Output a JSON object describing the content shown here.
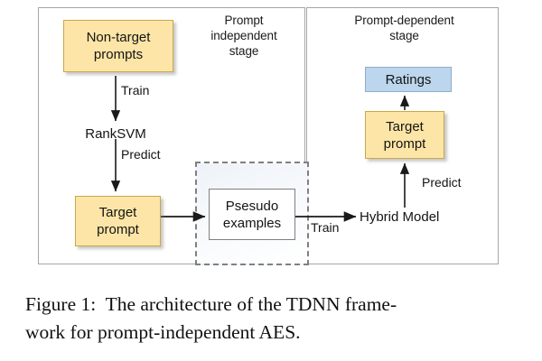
{
  "figure": {
    "caption_line1": "Figure 1:  The architecture of the TDNN frame-",
    "caption_line2": "work for prompt-independent AES."
  },
  "colors": {
    "box_yellow_fill": "#fce5a6",
    "box_yellow_border": "#c8a94a",
    "box_blue_fill": "#bcd6ed",
    "box_blue_border": "#8faec9",
    "box_white_fill": "#ffffff",
    "box_white_border": "#7f7f7f",
    "panel_border": "#a6a6a6",
    "dashed_border": "#808080",
    "arrow": "#1a1a1a",
    "text": "#141414"
  },
  "panels": {
    "independent": {
      "label": "Prompt\nindependent\nstage"
    },
    "dependent": {
      "label": "Prompt-dependent\nstage"
    }
  },
  "nodes": {
    "nontarget_prompts": {
      "label": "Non-target\nprompts",
      "style": "yellow"
    },
    "ranksvm": {
      "label": "RankSVM",
      "style": "plain"
    },
    "target_prompt_left": {
      "label": "Target\nprompt",
      "style": "yellow"
    },
    "psesudo_examples": {
      "label": "Psesudo\nexamples",
      "style": "white"
    },
    "hybrid_model": {
      "label": "Hybrid Model",
      "style": "plain"
    },
    "target_prompt_right": {
      "label": "Target\nprompt",
      "style": "yellow"
    },
    "ratings": {
      "label": "Ratings",
      "style": "blue"
    }
  },
  "edges": {
    "train_1": {
      "label": "Train",
      "from": "nontarget_prompts",
      "to": "ranksvm"
    },
    "predict_1": {
      "label": "Predict",
      "from": "ranksvm",
      "to": "target_prompt_left"
    },
    "target_to_psesudo": {
      "label": "",
      "from": "target_prompt_left",
      "to": "psesudo_examples"
    },
    "train_2": {
      "label": "Train",
      "from": "psesudo_examples",
      "to": "hybrid_model"
    },
    "predict_2": {
      "label": "Predict",
      "from": "hybrid_model",
      "to": "target_prompt_right"
    },
    "target_to_ratings": {
      "label": "",
      "from": "target_prompt_right",
      "to": "ratings"
    }
  }
}
